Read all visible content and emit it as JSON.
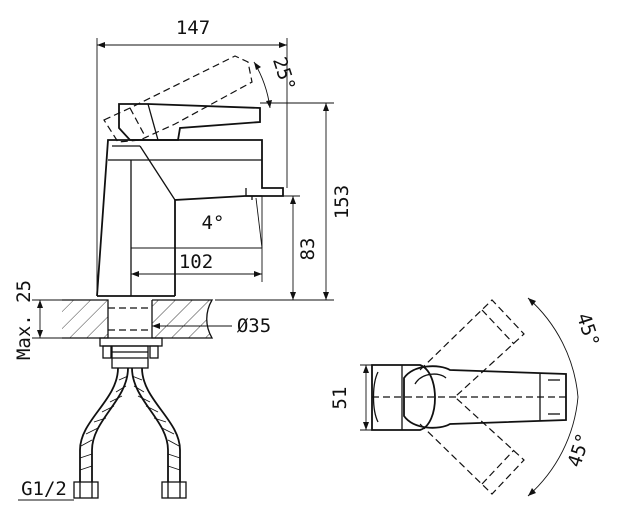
{
  "labels": {
    "width_total": "147",
    "handle_angle": "25°",
    "height_total": "153",
    "spout_angle": "4°",
    "spout_reach": "102",
    "spout_height": "83",
    "max_counter": "Max. 25",
    "hole_diameter": "Ø35",
    "thread": "G1/2",
    "body_diameter": "51",
    "swivel_angle_top": "45°",
    "swivel_angle_bottom": "45°"
  }
}
